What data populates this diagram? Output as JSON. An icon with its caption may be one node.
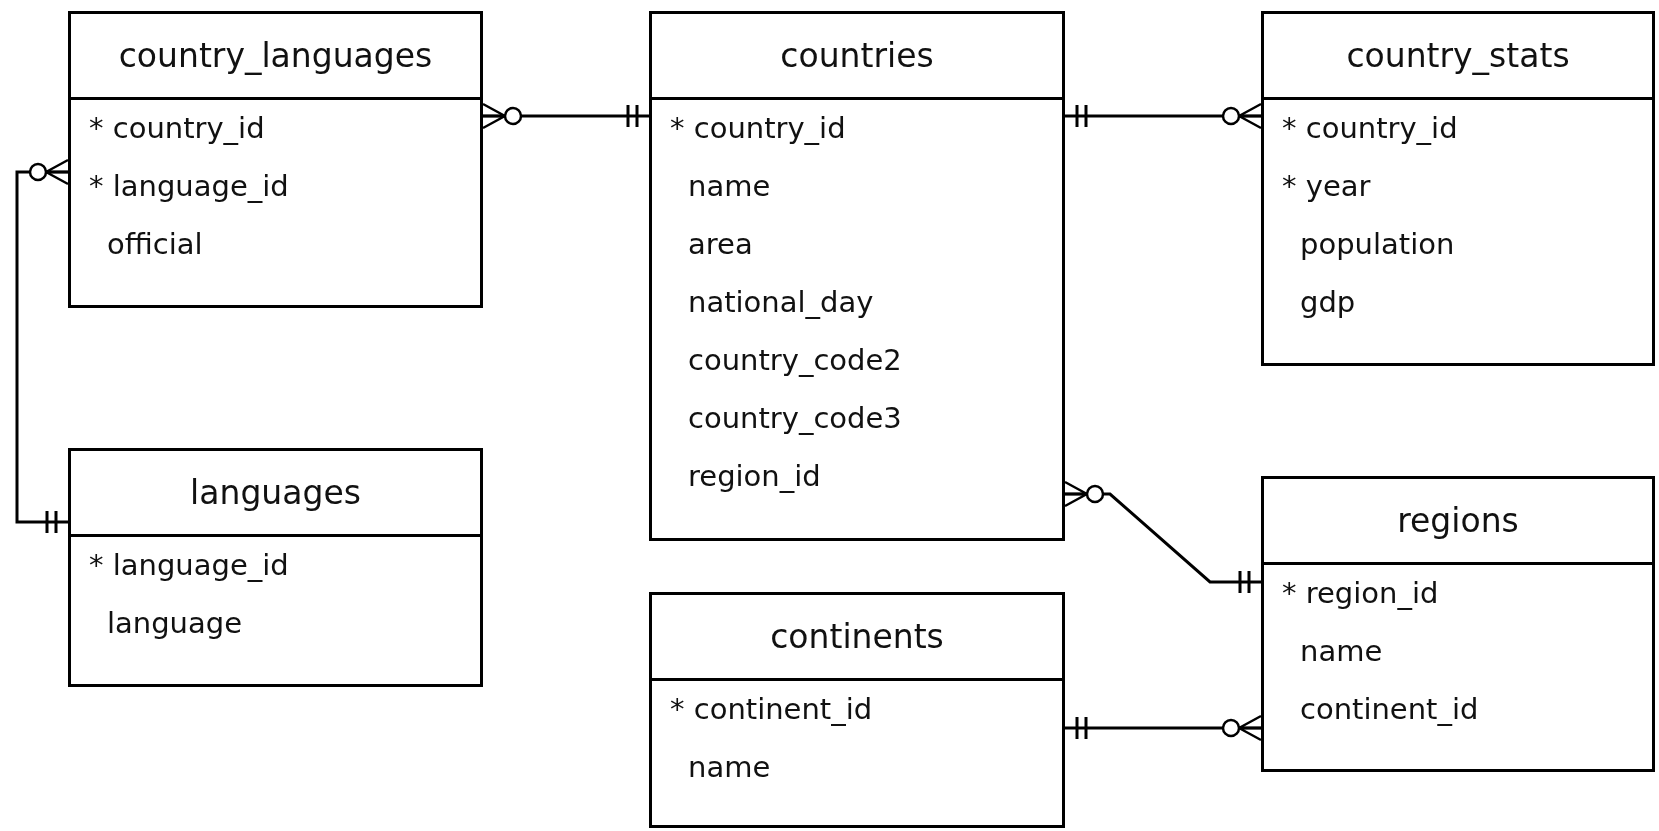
{
  "diagram": {
    "nodes": [
      {
        "text": [
          "country_languages",
          "* country_id",
          "* language_id",
          "official"
        ]
      },
      {
        "text": [
          "countries",
          "* country_id",
          "name",
          "area",
          "national_day",
          "country_code2",
          "country_code3",
          "region_id"
        ]
      },
      {
        "text": [
          "country_stats",
          "* country_id",
          "* year",
          "population",
          "gdp"
        ]
      },
      {
        "text": [
          "languages",
          "* language_id",
          "language"
        ]
      },
      {
        "text": [
          "regions",
          "* region_id",
          "name",
          "continent_id"
        ]
      },
      {
        "text": [
          "continents",
          "* continent_id",
          "name"
        ]
      }
    ],
    "edges": [
      {
        "from": 0,
        "to": 1,
        "arrow": "other"
      },
      {
        "from": 1,
        "to": 2,
        "arrow": "other"
      },
      {
        "from": 0,
        "to": 3,
        "arrow": "other"
      },
      {
        "from": 1,
        "to": 4,
        "arrow": "other"
      },
      {
        "from": 5,
        "to": 4,
        "arrow": "other"
      }
    ]
  }
}
